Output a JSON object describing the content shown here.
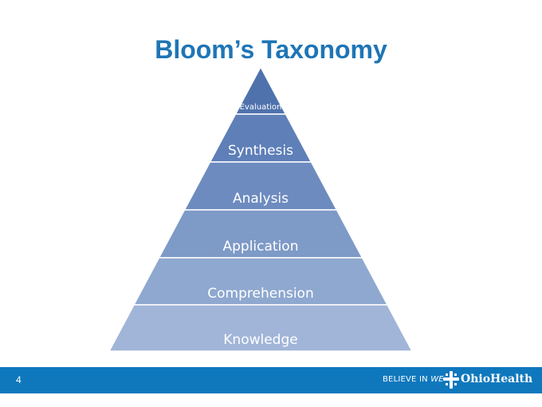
{
  "slide": {
    "title": "Bloom’s Taxonomy",
    "page_number": "4"
  },
  "pyramid": {
    "tiers_top_to_bottom": [
      {
        "label": "Evaluation",
        "color": "#4f72ad"
      },
      {
        "label": "Synthesis",
        "color": "#5e7fb8"
      },
      {
        "label": "Analysis",
        "color": "#6d8bbf"
      },
      {
        "label": "Application",
        "color": "#7e9ac7"
      },
      {
        "label": "Comprehension",
        "color": "#8ea8cf"
      },
      {
        "label": "Knowledge",
        "color": "#a1b5d8"
      }
    ]
  },
  "footer": {
    "tagline_prefix": "BELIEVE IN",
    "tagline_emphasis": "WE",
    "brand_name": "OhioHealth",
    "logo": "ohiohealth-cross-icon",
    "bar_color": "#0f78bd"
  }
}
